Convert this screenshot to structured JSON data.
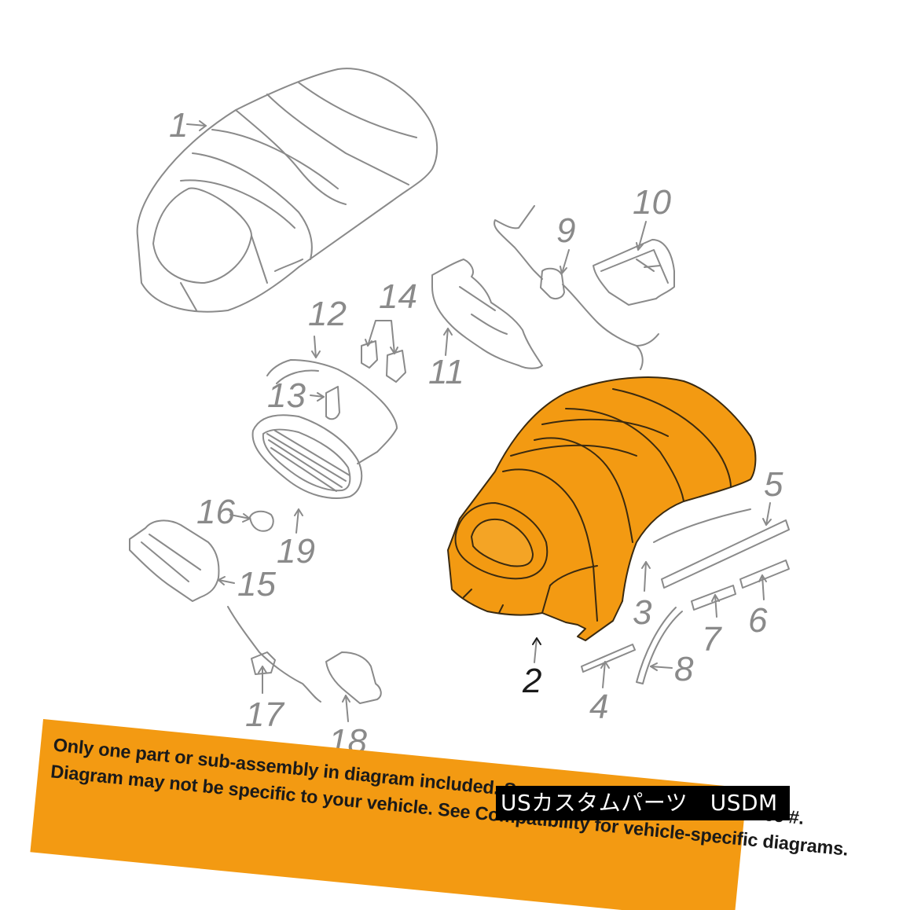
{
  "diagram": {
    "callouts": [
      {
        "id": "1",
        "label": "1"
      },
      {
        "id": "2",
        "label": "2"
      },
      {
        "id": "3",
        "label": "3"
      },
      {
        "id": "4",
        "label": "4"
      },
      {
        "id": "5",
        "label": "5"
      },
      {
        "id": "6",
        "label": "6"
      },
      {
        "id": "7",
        "label": "7"
      },
      {
        "id": "8",
        "label": "8"
      },
      {
        "id": "9",
        "label": "9"
      },
      {
        "id": "10",
        "label": "10"
      },
      {
        "id": "11",
        "label": "11"
      },
      {
        "id": "12",
        "label": "12"
      },
      {
        "id": "13",
        "label": "13"
      },
      {
        "id": "14",
        "label": "14"
      },
      {
        "id": "15",
        "label": "15"
      },
      {
        "id": "16",
        "label": "16"
      },
      {
        "id": "17",
        "label": "17"
      },
      {
        "id": "18",
        "label": "18"
      },
      {
        "id": "19",
        "label": "19"
      }
    ],
    "highlighted_part": "2",
    "colors": {
      "highlight": "#f39a12",
      "line_art": "#8a8a8a",
      "highlight_outline": "#3a2a10"
    }
  },
  "banner": {
    "line1": "Only one part or sub-assembly in diagram included. See Item Specifics for Reference #.",
    "line2": "Diagram may not be specific to your vehicle. See Compatibility for vehicle-specific diagrams."
  },
  "watermark": {
    "text": "USカスタムパーツ　USDM"
  }
}
